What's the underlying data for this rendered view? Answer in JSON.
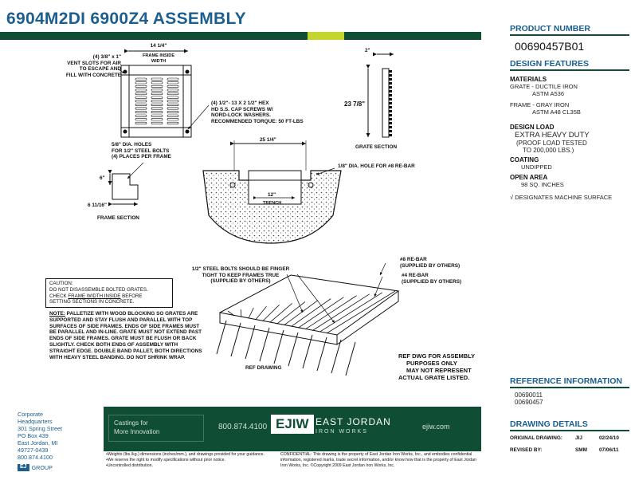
{
  "title": "6904M2DI 6900Z4 ASSEMBLY",
  "product": {
    "header": "PRODUCT NUMBER",
    "number": "00690457B01"
  },
  "features": {
    "header": "DESIGN FEATURES",
    "materials_label": "MATERIALS",
    "grate_line1": "GRATE - DUCTILE IRON",
    "grate_line2": "ASTM A536",
    "frame_line1": "FRAME - GRAY IRON",
    "frame_line2": "ASTM A48 CL35B",
    "load_label": "DESIGN LOAD",
    "load_value": "EXTRA HEAVY DUTY",
    "load_note1": "(PROOF LOAD TESTED",
    "load_note2": "TO 200,000 LBS.)",
    "coating_label": "COATING",
    "coating_value": "UNDIPPED",
    "open_label": "OPEN AREA",
    "open_value": "98 SQ. INCHES",
    "machine_note": "√ DESIGNATES MACHINE SURFACE"
  },
  "reference": {
    "header": "REFERENCE INFORMATION",
    "items": [
      "00690011",
      "00690457"
    ]
  },
  "details": {
    "header": "DRAWING DETAILS",
    "row1": {
      "label": "ORIGINAL DRAWING:",
      "by": "JIJ",
      "date": "02/24/10"
    },
    "row2": {
      "label": "REVISED BY:",
      "by": "SMM",
      "date": "07/06/11"
    }
  },
  "top_view": {
    "dim_width": "14 1/4\"",
    "frame_inside": "FRAME INSIDE",
    "width_word": "WIDTH",
    "vent_1": "(4) 3/8\" x 1\"",
    "vent_2": "VENT SLOTS FOR AIR",
    "vent_3": "TO ESCAPE AND",
    "vent_4": "FILL WITH CONCRETE",
    "hex_1": "(4) 1/2\"- 13 X 2 1/2\" HEX",
    "hex_2": "HD S.S. CAP SCREWS W/",
    "hex_3": "NORD-LOCK WASHERS.",
    "hex_4": "RECOMMENDED TORQUE: 50 FT-LBS"
  },
  "grate_section": {
    "dim_top": "2\"",
    "dim_height": "23 7/8\"",
    "label": "GRATE SECTION"
  },
  "frame_section": {
    "holes_1": "5/8\" DIA. HOLES",
    "holes_2": "FOR 1/2\" STEEL BOLTS",
    "holes_3": "(4) PLACES PER FRAME",
    "dim_6": "6\"",
    "dim_611": "6 11/16\"",
    "label": "FRAME SECTION"
  },
  "trench": {
    "dim": "25 1/4\"",
    "rebar_hole": "1/8\" DIA. HOLE FOR #8 RE-BAR",
    "width": "12\"",
    "word": "TRENCH"
  },
  "caution": {
    "line1": "CAUTION:",
    "line2": "DO NOT DISASSEMBLE BOLTED GRATES.",
    "line3a": "CHECK ",
    "line3b": "FRAME WIDTH INSIDE",
    "line3c": " BEFORE",
    "line4": "SETTING SECTIONS IN CONCRETE."
  },
  "palletize": {
    "label": "NOTE:",
    "lines": [
      " PALLETIZE WITH WOOD BLOCKING SO GRATES ARE",
      "SUPPORTED AND STAY FLUSH AND PARALLEL WITH TOP",
      "SURFACES OF SIDE FRAMES.  ENDS OF SIDE FRAMES MUST",
      "BE PARALLEL AND IN-LINE.  GRATE MUST NOT EXTEND PAST",
      "ENDS OF SIDE FRAMES.  GRATE MUST BE FLUSH OR BACK",
      "SLIGHTLY.  CHECK BOTH ENDS OF ASSEMBLY WITH",
      "STRAIGHT EDGE.  DOUBLE BAND PALLET, BOTH DIRECTIONS",
      "WITH HEAVY STEEL BANDING.  DO NOT SHRINK WRAP."
    ]
  },
  "assembly": {
    "bolts_1": "1/2\" STEEL BOLTS SHOULD BE FINGER",
    "bolts_2": "TIGHT TO KEEP FRAMES TRUE",
    "bolts_3": "(SUPPLIED BY OTHERS)",
    "rebar8_1": "#8 RE-BAR",
    "rebar8_2": "(SUPPLIED BY OTHERS)",
    "rebar4_1": "#4 RE-BAR",
    "rebar4_2": "(SUPPLIED BY OTHERS)",
    "ref_label": "REF DRAWING",
    "ref_1": "REF DWG FOR ASSEMBLY",
    "ref_2": "PURPOSES ONLY",
    "ref_3": "MAY NOT REPRESENT",
    "ref_4": "ACTUAL GRATE LISTED."
  },
  "corporate": {
    "lines": [
      "Corporate",
      "Headquarters",
      "301 Spring Street",
      "PO Box 439",
      "East Jordan, MI",
      "49727-0439",
      "800.874.4100"
    ],
    "group": "GROUP"
  },
  "footer": {
    "tagline_1": "Castings for",
    "tagline_2": "More Innovation",
    "phone": "800.874.4100",
    "logo": "EJIW",
    "brand": "EAST JORDAN",
    "brand_sub": "IRON WORKS",
    "web": "ejiw.com",
    "weights": "•Weights (lbs./kg.) dimensions (inches/mm.), and drawings provided for your guidance.",
    "reserve": "•We reserve the right to modify specifications without prior notice.",
    "uncontrolled": "•Uncontrolled distribution.",
    "confidential": "CONFIDENTIAL: This drawing is the property of East Jordan Iron Works, Inc., and embodies confidential information, registered marks, trade secret information, and/or know how that is the property of East Jordan Iron Works, Inc. ©Copyright 2009 East Jordan Iron Works, Inc."
  },
  "colors": {
    "green": "#0f4d34",
    "blue": "#1b5e8f",
    "yellow": "#c5d52f"
  }
}
